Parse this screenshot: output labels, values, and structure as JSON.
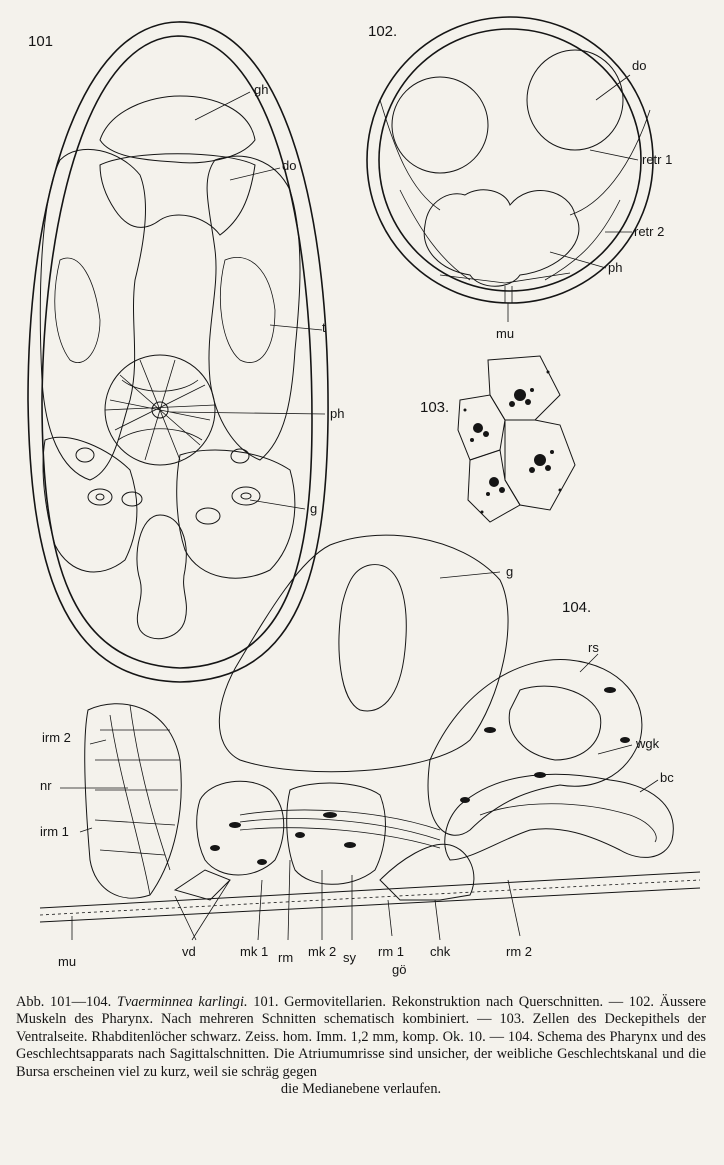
{
  "figures": {
    "f101": "101",
    "f102": "102.",
    "f103": "103.",
    "f104": "104."
  },
  "labels101": {
    "gh": "gh",
    "do": "do",
    "t": "t",
    "ph": "ph",
    "g": "g"
  },
  "labels102": {
    "do": "do",
    "retr1": "retr 1",
    "retr2": "retr 2",
    "ph": "ph",
    "mu": "mu"
  },
  "labels104": {
    "g": "g",
    "rs": "rs",
    "wgk": "wgk",
    "bc": "bc",
    "irm2": "irm 2",
    "nr": "nr",
    "irm1": "irm 1",
    "mu": "mu",
    "vd": "vd",
    "mk1": "mk 1",
    "rm": "rm",
    "mk2": "mk 2",
    "sy": "sy",
    "rm1": "rm 1",
    "go": "gö",
    "chk": "chk",
    "rm2": "rm 2"
  },
  "caption": {
    "prefix": "Abb. 101—104.",
    "species": "Tvaerminnea karlingi.",
    "body": "101. Germovitellarien. Rekonstruktion nach Querschnitten. — 102. Äussere Muskeln des Pharynx. Nach mehreren Schnitten schematisch kombiniert. — 103. Zellen des Deckepithels der Ventralseite. Rhabditenlöcher schwarz. Zeiss. hom. Imm. 1,2 mm, komp. Ok. 10. — 104. Schema des Pharynx und des Geschlechtsapparats nach Sagittalschnitten. Die Atriumumrisse sind unsicher, der weibliche Geschlechtskanal und die Bursa erscheinen viel zu kurz, weil sie schräg gegen",
    "last": "die Medianebene verlaufen."
  }
}
